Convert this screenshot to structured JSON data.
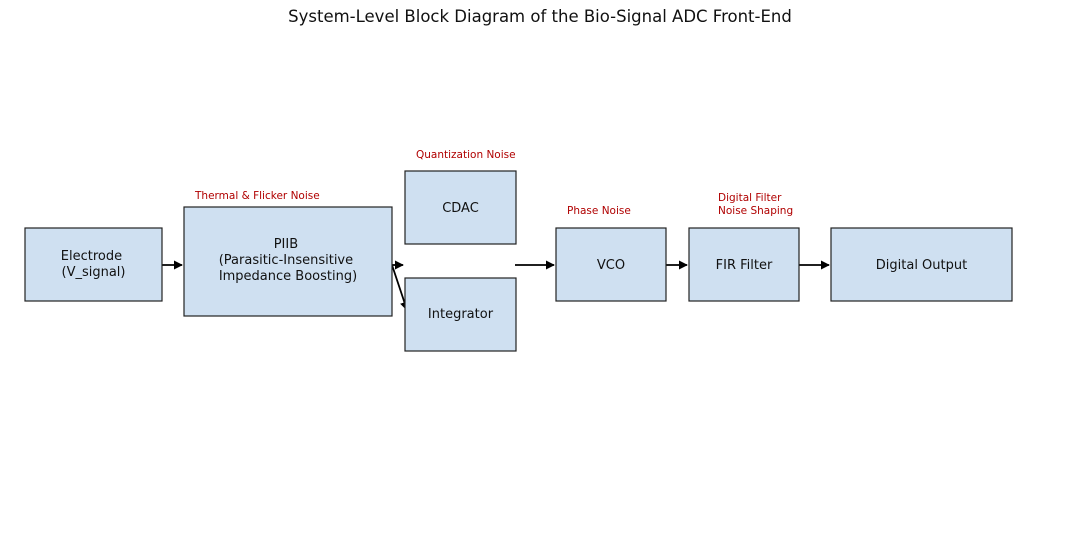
{
  "title": "System-Level Block Diagram of the Bio-Signal ADC Front-End",
  "blocks": {
    "electrode": {
      "lines": [
        "Electrode",
        "(V_signal)"
      ]
    },
    "piib": {
      "lines": [
        "PIIB",
        "(Parasitic-Insensitive",
        "Impedance Boosting)"
      ]
    },
    "cdac": {
      "lines": [
        "CDAC"
      ]
    },
    "integrator": {
      "lines": [
        "Integrator"
      ]
    },
    "vco": {
      "lines": [
        "VCO"
      ]
    },
    "fir": {
      "lines": [
        "FIR Filter"
      ]
    },
    "output": {
      "lines": [
        "Digital Output"
      ]
    }
  },
  "noise_labels": {
    "thermal": [
      "Thermal & Flicker Noise"
    ],
    "quantization": [
      "Quantization Noise"
    ],
    "phase": [
      "Phase Noise"
    ],
    "digital": [
      "Digital Filter",
      "Noise Shaping"
    ]
  },
  "colors": {
    "block_fill": "#cfe0f1",
    "block_stroke": "#222222",
    "noise_text": "#b00000",
    "arrow": "#000000"
  }
}
